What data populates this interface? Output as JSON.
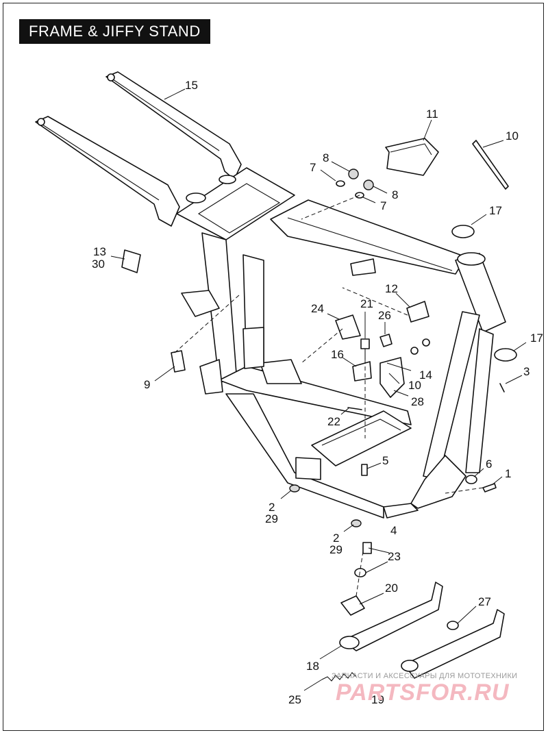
{
  "title": "FRAME & JIFFY STAND",
  "callouts": [
    {
      "id": "c15",
      "text": "15"
    },
    {
      "id": "c11",
      "text": "11"
    },
    {
      "id": "c10a",
      "text": "10"
    },
    {
      "id": "c8a",
      "text": "8"
    },
    {
      "id": "c7a",
      "text": "7"
    },
    {
      "id": "c8b",
      "text": "8"
    },
    {
      "id": "c7b",
      "text": "7"
    },
    {
      "id": "c17a",
      "text": "17"
    },
    {
      "id": "c13",
      "text": "13"
    },
    {
      "id": "c30",
      "text": "30"
    },
    {
      "id": "c12",
      "text": "12"
    },
    {
      "id": "c21",
      "text": "21"
    },
    {
      "id": "c24",
      "text": "24"
    },
    {
      "id": "c26",
      "text": "26"
    },
    {
      "id": "c17b",
      "text": "17"
    },
    {
      "id": "c3",
      "text": "3"
    },
    {
      "id": "c16",
      "text": "16"
    },
    {
      "id": "c14",
      "text": "14"
    },
    {
      "id": "c10b",
      "text": "10"
    },
    {
      "id": "c9",
      "text": "9"
    },
    {
      "id": "c28",
      "text": "28"
    },
    {
      "id": "c22",
      "text": "22"
    },
    {
      "id": "c5",
      "text": "5"
    },
    {
      "id": "c6",
      "text": "6"
    },
    {
      "id": "c1",
      "text": "1"
    },
    {
      "id": "c2a",
      "text": "2"
    },
    {
      "id": "c29a",
      "text": "29"
    },
    {
      "id": "c2b",
      "text": "2"
    },
    {
      "id": "c29b",
      "text": "29"
    },
    {
      "id": "c4",
      "text": "4"
    },
    {
      "id": "c23",
      "text": "23"
    },
    {
      "id": "c20",
      "text": "20"
    },
    {
      "id": "c27",
      "text": "27"
    },
    {
      "id": "c18",
      "text": "18"
    },
    {
      "id": "c25",
      "text": "25"
    },
    {
      "id": "c19",
      "text": "19"
    }
  ],
  "watermark": {
    "tagline": "ЗАПЧАСТИ И АКСЕССУАРЫ ДЛЯ МОТОТЕХНИКИ",
    "brand": "PARTSFOR.RU"
  }
}
